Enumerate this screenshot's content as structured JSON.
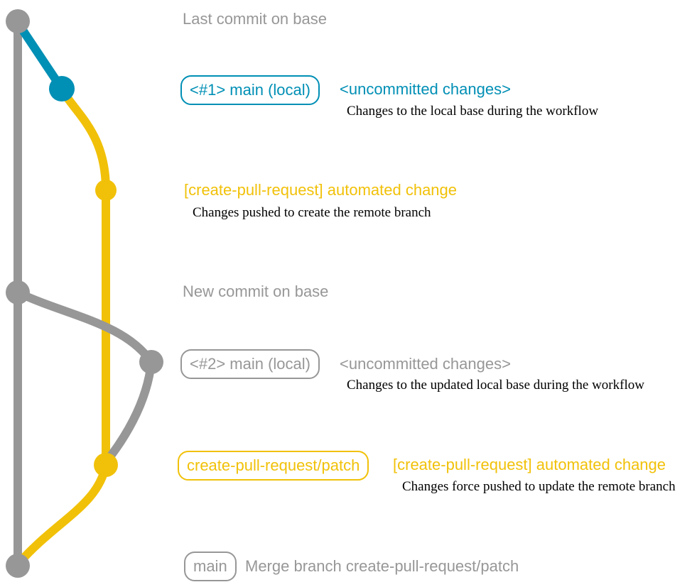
{
  "colors": {
    "gray": "#979797",
    "blue": "#008fb5",
    "yellow": "#f1c109",
    "ink": "#000000",
    "bg": "#ffffff"
  },
  "rows": {
    "last_commit": {
      "label": "Last commit on base"
    },
    "main1": {
      "badge": "<#1> main (local)",
      "message": "<uncommitted changes>",
      "note": "Changes to the local base during the workflow"
    },
    "push1": {
      "message": "[create-pull-request] automated change",
      "note": "Changes pushed to create the remote branch"
    },
    "new_commit": {
      "label": "New commit on base"
    },
    "main2": {
      "badge": "<#2> main (local)",
      "message": "<uncommitted changes>",
      "note": "Changes to the updated local base during the workflow"
    },
    "push2": {
      "badge": "create-pull-request/patch",
      "message": "[create-pull-request] automated change",
      "note": "Changes force pushed to update the remote branch"
    },
    "merge": {
      "badge": "main",
      "message": "Merge branch create-pull-request/patch"
    }
  },
  "graph": {
    "branches": [
      {
        "name": "base",
        "color": "#979797"
      },
      {
        "name": "main (local)",
        "color": "#008fb5"
      },
      {
        "name": "create-pull-request/patch",
        "color": "#f1c109"
      }
    ],
    "commits": [
      {
        "dot": "last-commit-on-base",
        "color": "gray"
      },
      {
        "dot": "uncommitted-changes-1",
        "color": "blue"
      },
      {
        "dot": "automated-change-1",
        "color": "yellow"
      },
      {
        "dot": "new-commit-on-base",
        "color": "gray"
      },
      {
        "dot": "uncommitted-changes-2",
        "color": "gray"
      },
      {
        "dot": "automated-change-2",
        "color": "yellow"
      },
      {
        "dot": "merge-commit",
        "color": "gray"
      }
    ]
  }
}
